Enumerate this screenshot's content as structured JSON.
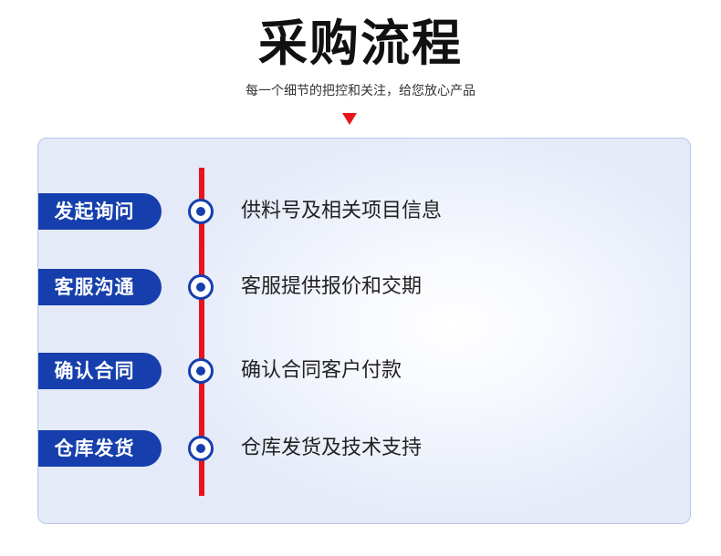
{
  "title": "采购流程",
  "subtitle": "每一个细节的把控和关注，给您放心产品",
  "steps": [
    {
      "tag": "发起询问",
      "desc": "供料号及相关项目信息"
    },
    {
      "tag": "客服沟通",
      "desc": "客服提供报价和交期"
    },
    {
      "tag": "确认合同",
      "desc": "确认合同客户付款"
    },
    {
      "tag": "仓库发货",
      "desc": "仓库发货及技术支持"
    }
  ],
  "colors": {
    "accent_red": "#e8141b",
    "brand_blue": "#163fad"
  }
}
